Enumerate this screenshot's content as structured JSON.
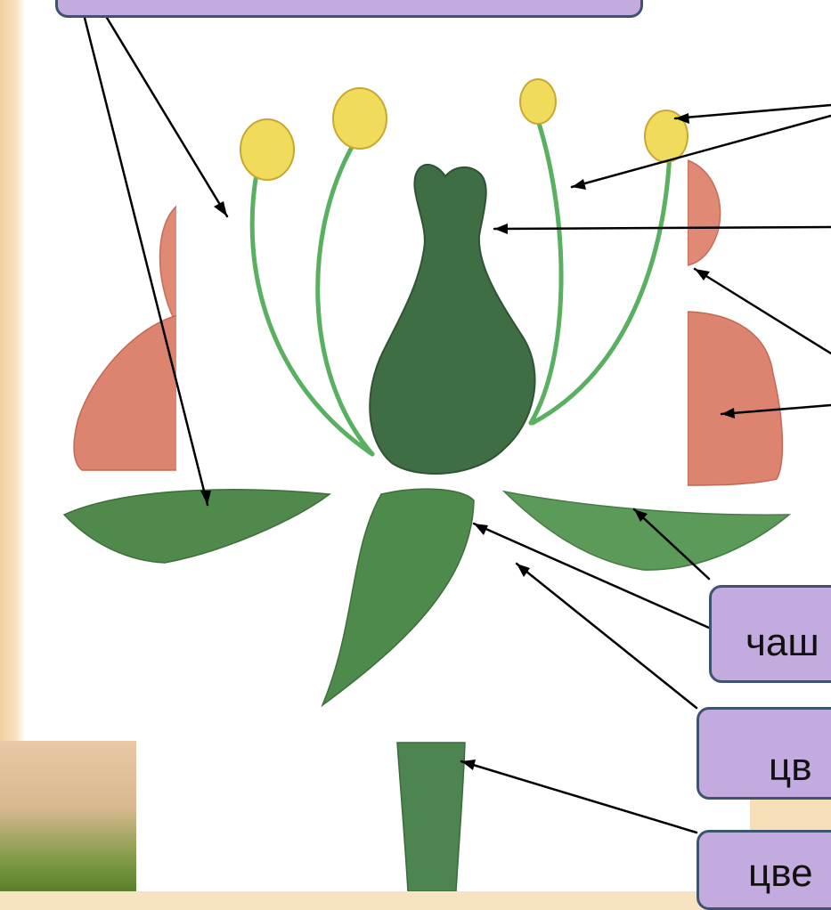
{
  "labels": {
    "top_box": "",
    "chashe": "чаш",
    "cvet1": "цв",
    "cvet2": "цве"
  },
  "colors": {
    "box_fill": "#c4abdf",
    "box_border": "#3d5470",
    "petal": "#dd8470",
    "sepal_green": "#4f8a4c",
    "pistil_green": "#3f6d44",
    "filament_green": "#58b060",
    "anther_yellow": "#f0dc5a"
  }
}
